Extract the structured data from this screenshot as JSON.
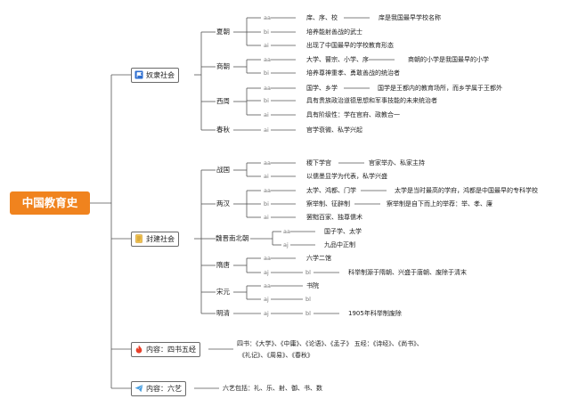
{
  "root": "中国教育史",
  "categories": [
    {
      "label": "奴隶社会",
      "icon": "blue-flag-icon"
    },
    {
      "label": "封建社会",
      "icon": "document-icon"
    },
    {
      "label": "内容：四书五经",
      "icon": "flame-icon"
    },
    {
      "label": "内容：六艺",
      "icon": "paper-plane-icon"
    }
  ],
  "periods": [
    "夏朝",
    "商朝",
    "西周",
    "春秋",
    "战国",
    "两汉",
    "魏晋南北朝",
    "隋唐",
    "宋元",
    "明清"
  ],
  "tags": {
    "aa": "aa",
    "bi": "bi",
    "ai": "ai",
    "aj": "aj",
    "bl": "bl"
  },
  "items": {
    "xia_1": "庠、序、校",
    "xia_1_note": "庠是我国最早学校名称",
    "xia_2": "培养能射善战的武士",
    "xia_3": "出现了中国最早的学校教育形态",
    "shang_1": "大学、瞽宗、小学、序",
    "shang_1_note": "商朝的小学是我国最早的小学",
    "shang_2": "培养尊神重孝、勇敢善战的统治者",
    "zhou_1": "国学、乡学",
    "zhou_1_note": "国学是王都内的教育场所，而乡学属于王都外",
    "zhou_2": "具有贵族政治道德思想和军事技能的未来统治者",
    "zhou_3": "具有阶级性：学在官府、政教合一",
    "chunqiu_1": "官学衰微、私学兴起",
    "zhanguo_1": "稷下学宫",
    "zhanguo_1_note": "官家举办、私家主持",
    "zhanguo_2": "以儒墨显学为代表，私学兴盛",
    "han_1": "太学、鸿都、门学",
    "han_1_note": "太学是当时最高的学府，鸿都是中国最早的专科学校",
    "han_2": "察举制、征辟制",
    "han_2_note": "察举制是自下而上的举荐：举、孝、廉",
    "han_3": "罢黜百家、独尊儒术",
    "wj_1": "国子学、太学",
    "wj_2": "九品中正制",
    "sui_1": "六学二馆",
    "sui_2_note": "科举制源于隋朝、兴盛于唐朝、废除于清末",
    "song_1": "书院",
    "mq_1": "1905年科举制废除",
    "sishu": "四书：《大学》、《中庸》、《论语》、《孟子》 五经：《诗经》、《尚书》、",
    "sishu_2": "《礼记》、《周易》、《春秋》",
    "liuyi": "六艺包括：礼、乐、射、御、书、数"
  }
}
